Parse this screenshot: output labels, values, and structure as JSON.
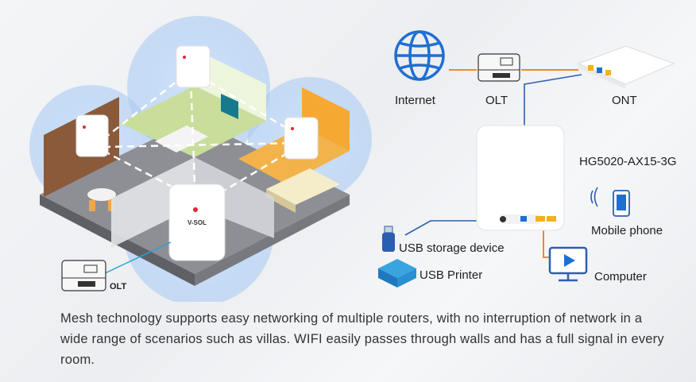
{
  "house": {
    "router_brand": "V-SOL",
    "olt_label": "OLT"
  },
  "topology": {
    "internet_label": "Internet",
    "olt_label": "OLT",
    "ont_label": "ONT",
    "model_label": "HG5020-AX15-3G",
    "mobile_label": "Mobile phone",
    "usb_storage_label": "USB storage device",
    "usb_printer_label": "USB Printer",
    "computer_label": "Computer"
  },
  "colors": {
    "internet_blue": "#1f6fd1",
    "link_orange": "#f08a24",
    "link_blue": "#2a5fb0",
    "olt_link": "#29a3d6"
  },
  "description": "Mesh technology supports easy networking of multiple routers, with no interruption of network in a wide range of scenarios such as villas. WIFI easily passes through walls and has a full signal in every room."
}
